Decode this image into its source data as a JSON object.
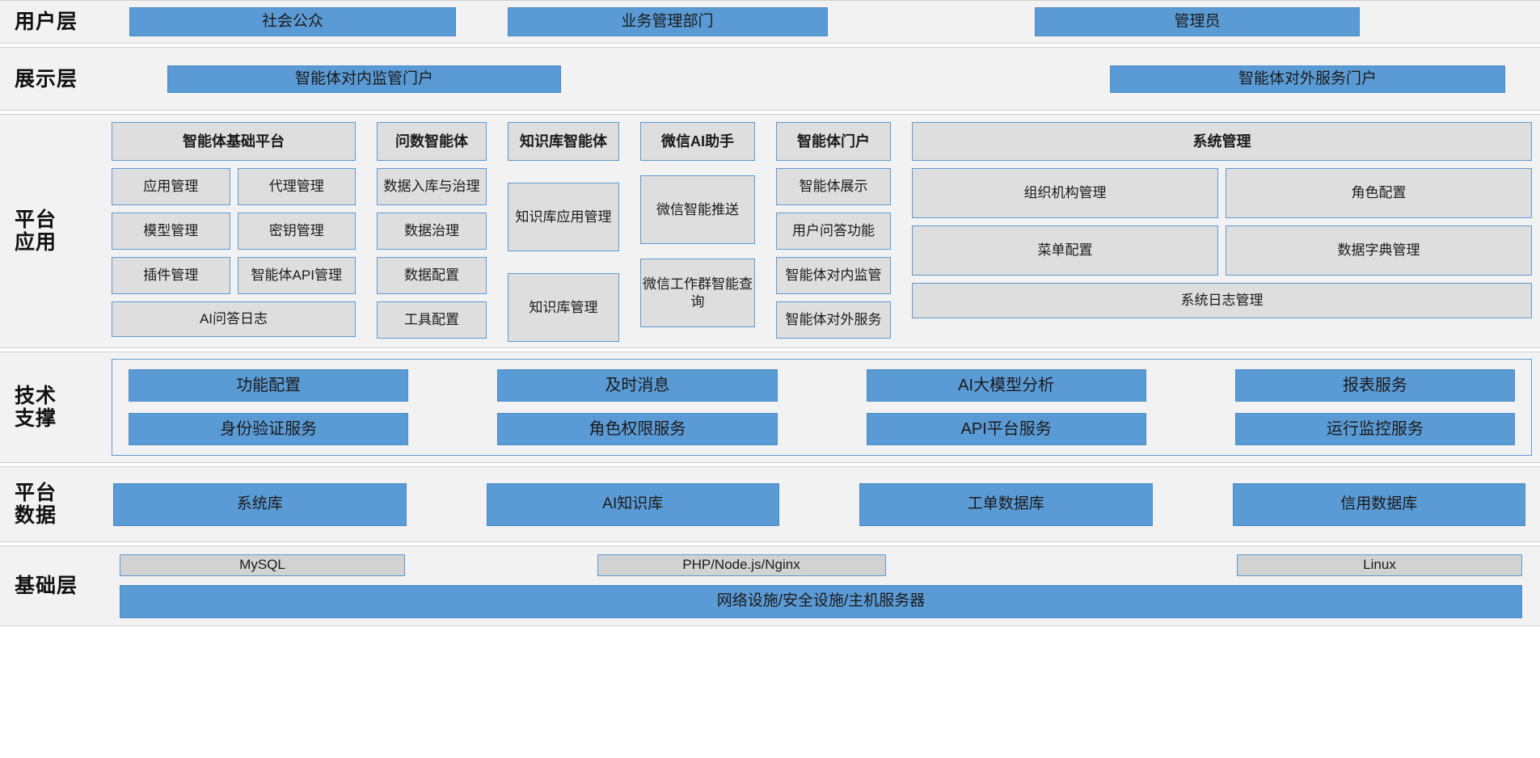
{
  "layers": [
    {
      "name": "user-layer",
      "label": "用户层",
      "boxes": [
        "社会公众",
        "业务管理部门",
        "管理员"
      ]
    },
    {
      "name": "presentation-layer",
      "label": "展示层",
      "boxes": [
        "智能体对内监管门户",
        "智能体对外服务门户"
      ]
    },
    {
      "name": "platform-application-layer",
      "label_lines": [
        "平台",
        "应用"
      ],
      "columns": [
        {
          "name": "agent-base-platform",
          "header": "智能体基础平台",
          "pairs": [
            [
              "应用管理",
              "代理管理"
            ],
            [
              "模型管理",
              "密钥管理"
            ],
            [
              "插件管理",
              "智能体API管理"
            ]
          ],
          "wide": "AI问答日志"
        },
        {
          "name": "data-query-agent",
          "header": "问数智能体",
          "cells": [
            "数据入库与治理",
            "数据治理",
            "数据配置",
            "工具配置"
          ]
        },
        {
          "name": "knowledge-base-agent",
          "header": "知识库智能体",
          "tall_cells": [
            "知识库应用管理",
            "知识库管理"
          ]
        },
        {
          "name": "wechat-ai-assistant",
          "header": "微信AI助手",
          "tall_cells": [
            "微信智能推送",
            "微信工作群智能查询"
          ]
        },
        {
          "name": "agent-portal",
          "header": "智能体门户",
          "cells": [
            "智能体展示",
            "用户问答功能",
            "智能体对内监管",
            "智能体对外服务"
          ]
        },
        {
          "name": "system-management",
          "header": "系统管理",
          "pairs": [
            [
              "组织机构管理",
              "角色配置"
            ],
            [
              "菜单配置",
              "数据字典管理"
            ]
          ],
          "wide": "系统日志管理"
        }
      ]
    },
    {
      "name": "technical-support-layer",
      "label_lines": [
        "技术",
        "支撑"
      ],
      "rows": [
        [
          "功能配置",
          "及时消息",
          "AI大模型分析",
          "报表服务"
        ],
        [
          "身份验证服务",
          "角色权限服务",
          "API平台服务",
          "运行监控服务"
        ]
      ]
    },
    {
      "name": "platform-data-layer",
      "label_lines": [
        "平台",
        "数据"
      ],
      "boxes": [
        "系统库",
        "AI知识库",
        "工单数据库",
        "信用数据库"
      ]
    },
    {
      "name": "infrastructure-layer",
      "label": "基础层",
      "stack": [
        "MySQL",
        "PHP/Node.js/Nginx",
        "Linux"
      ],
      "wide": "网络设施/安全设施/主机服务器"
    }
  ],
  "colors": {
    "blue": "#5b9bd5",
    "grey_box": "#dedede",
    "band": "#f2f2f2",
    "border": "#5b9bd5"
  }
}
